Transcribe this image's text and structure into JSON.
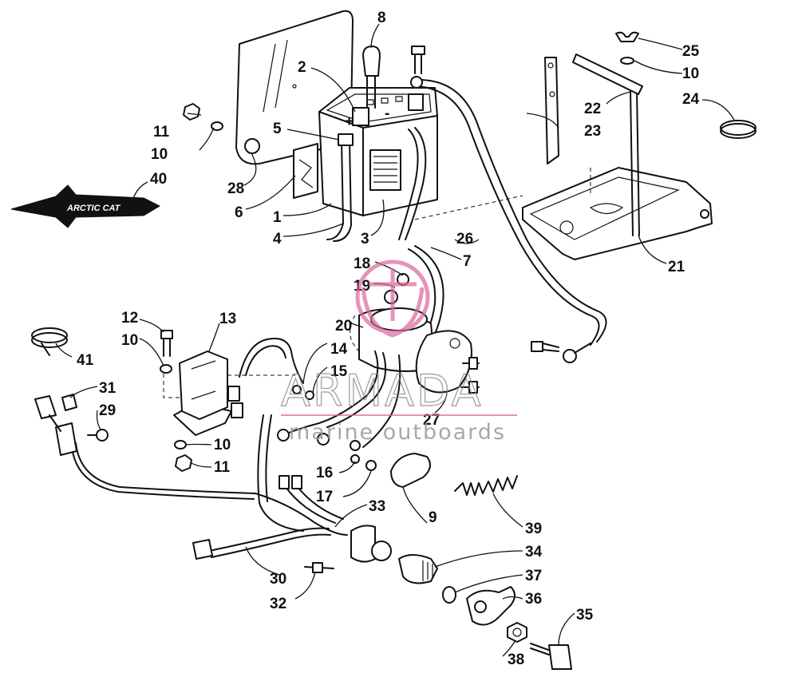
{
  "watermark": {
    "brand": "ARMADA",
    "tagline": "marine outboards",
    "accent_color": "#d9679b"
  },
  "logo": {
    "text": "ARCTIC CAT"
  },
  "callouts": {
    "c1": "1",
    "c2": "2",
    "c3": "3",
    "c4": "4",
    "c5": "5",
    "c6": "6",
    "c7": "7",
    "c8": "8",
    "c9": "9",
    "c10a": "10",
    "c10b": "10",
    "c10c": "10",
    "c10d": "10",
    "c11a": "11",
    "c11b": "11",
    "c12": "12",
    "c13": "13",
    "c14": "14",
    "c15": "15",
    "c16": "16",
    "c17": "17",
    "c18": "18",
    "c19": "19",
    "c20": "20",
    "c21": "21",
    "c22": "22",
    "c23": "23",
    "c24": "24",
    "c25": "25",
    "c26": "26",
    "c27": "27",
    "c28": "28",
    "c29": "29",
    "c30": "30",
    "c31": "31",
    "c32": "32",
    "c33": "33",
    "c34": "34",
    "c35": "35",
    "c36": "36",
    "c37": "37",
    "c38": "38",
    "c39": "39",
    "c40": "40",
    "c41": "41"
  }
}
